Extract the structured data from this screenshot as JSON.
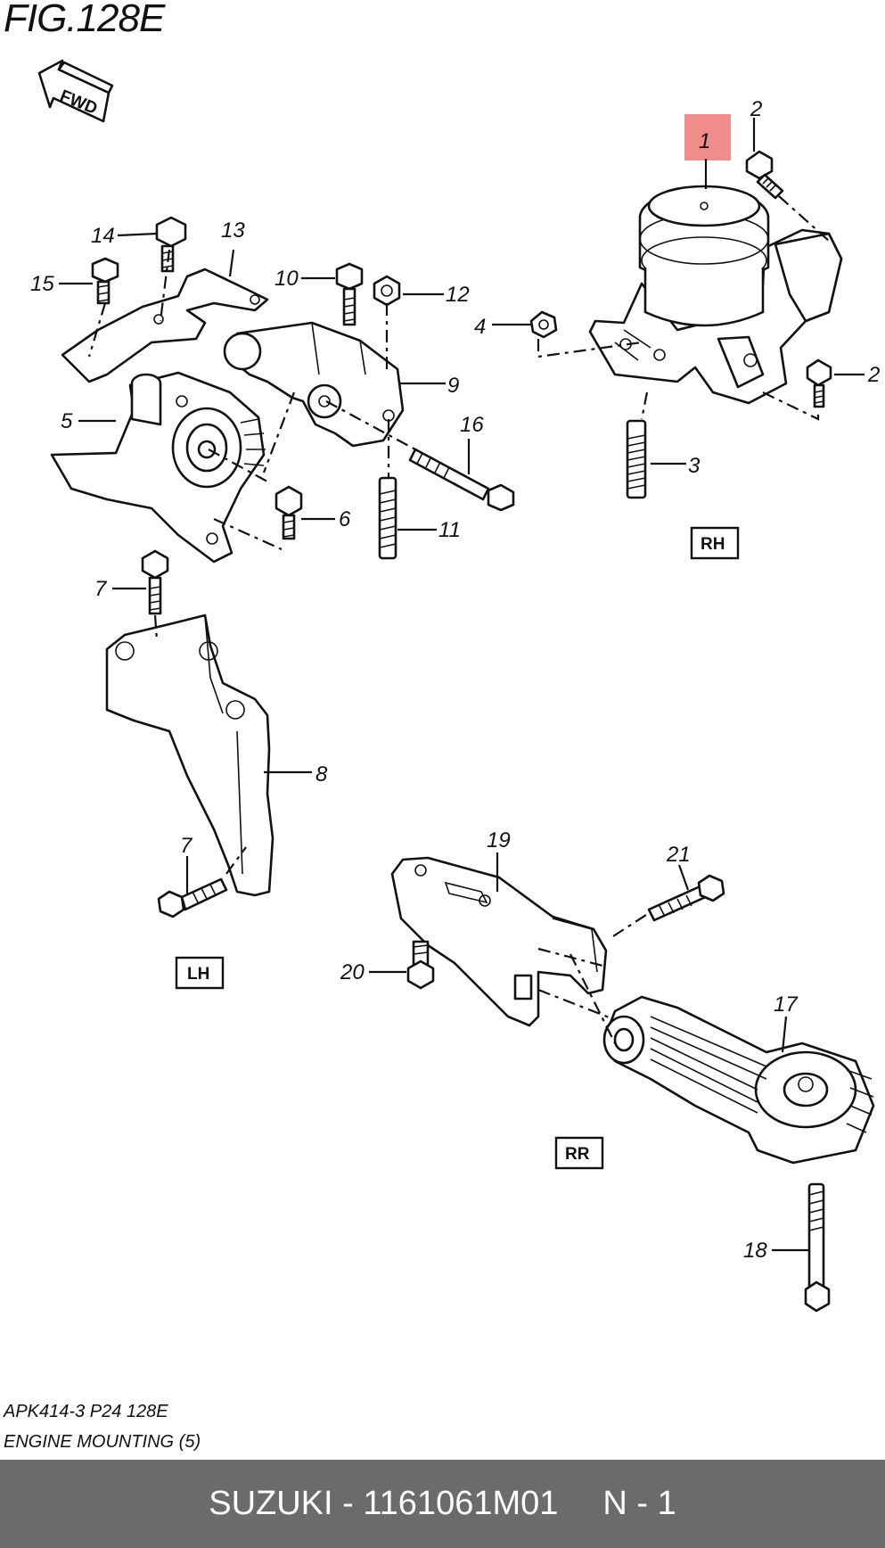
{
  "figure": {
    "title": "FIG.128E",
    "fwd_label": "FWD",
    "ref_code": "APK414-3 P24 128E",
    "description": "ENGINE MOUNTING (5)"
  },
  "callouts": {
    "c1": "1",
    "c2a": "2",
    "c2b": "2",
    "c3": "3",
    "c4": "4",
    "c5": "5",
    "c6": "6",
    "c7a": "7",
    "c7b": "7",
    "c8": "8",
    "c9": "9",
    "c10": "10",
    "c11": "11",
    "c12": "12",
    "c13": "13",
    "c14": "14",
    "c15": "15",
    "c16": "16",
    "c17": "17",
    "c18": "18",
    "c19": "19",
    "c20": "20",
    "c21": "21"
  },
  "section_labels": {
    "rh": "RH",
    "lh": "LH",
    "rr": "RR"
  },
  "highlight": {
    "part_number": "1",
    "color": "#f08c8c"
  },
  "footer_bar": {
    "part_code": "SUZUKI - 1161061M01",
    "quantity": "N - 1",
    "background": "#6b6b6b"
  }
}
